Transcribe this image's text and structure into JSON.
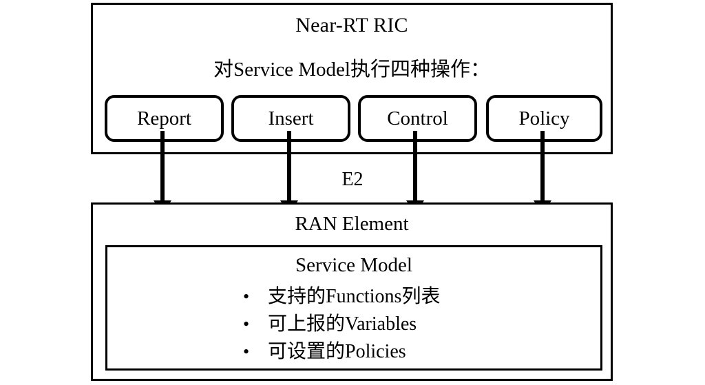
{
  "diagram": {
    "title": "Near-RT RIC E2 Service Model interaction diagram",
    "ric": {
      "title": "Near-RT RIC",
      "subtitle": "对Service Model执行四种操作：",
      "operations": [
        {
          "label": "Report"
        },
        {
          "label": "Insert"
        },
        {
          "label": "Control"
        },
        {
          "label": "Policy"
        }
      ]
    },
    "interface": {
      "label": "E2"
    },
    "ran": {
      "title": "RAN Element",
      "service_model": {
        "title": "Service Model",
        "bullet_glyph": "•",
        "items": [
          {
            "text": "支持的Functions列表"
          },
          {
            "text": "可上报的Variables"
          },
          {
            "text": "可设置的Policies"
          }
        ]
      }
    },
    "colors": {
      "stroke": "#000000",
      "background": "#ffffff",
      "text": "#000000"
    }
  }
}
